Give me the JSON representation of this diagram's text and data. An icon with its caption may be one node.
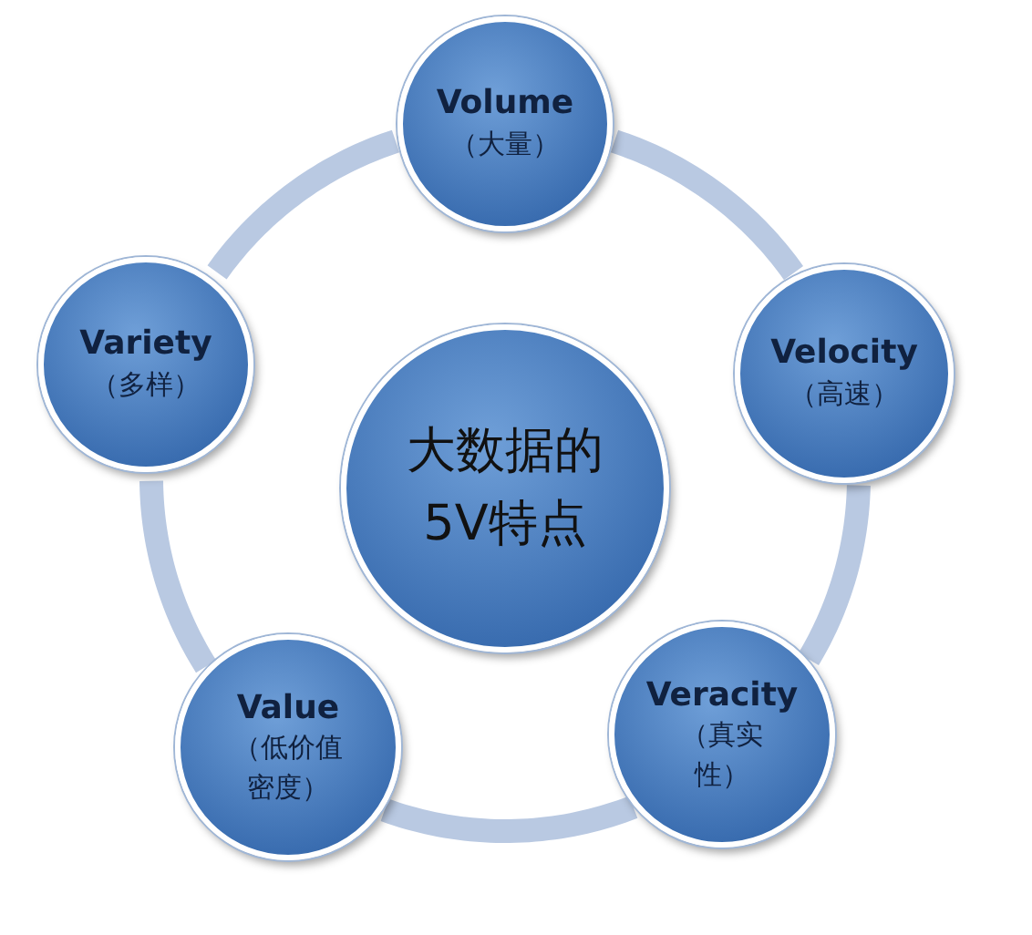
{
  "diagram": {
    "nodes": [
      {
        "text": [
          "大数据的5V特点"
        ]
      },
      {
        "text": [
          "Volume",
          "（大量）"
        ]
      },
      {
        "text": [
          "Velocity",
          "（高速）"
        ]
      },
      {
        "text": [
          "Veracity",
          "（真实性）"
        ]
      },
      {
        "text": [
          "Value",
          "（低价值密度）"
        ]
      },
      {
        "text": [
          "Variety",
          "（多样）"
        ]
      }
    ],
    "edges": [
      {
        "from": 1,
        "to": 2,
        "arrow": "none"
      },
      {
        "from": 2,
        "to": 3,
        "arrow": "none"
      },
      {
        "from": 3,
        "to": 4,
        "arrow": "none"
      },
      {
        "from": 4,
        "to": 5,
        "arrow": "none"
      },
      {
        "from": 5,
        "to": 1,
        "arrow": "none"
      }
    ]
  }
}
